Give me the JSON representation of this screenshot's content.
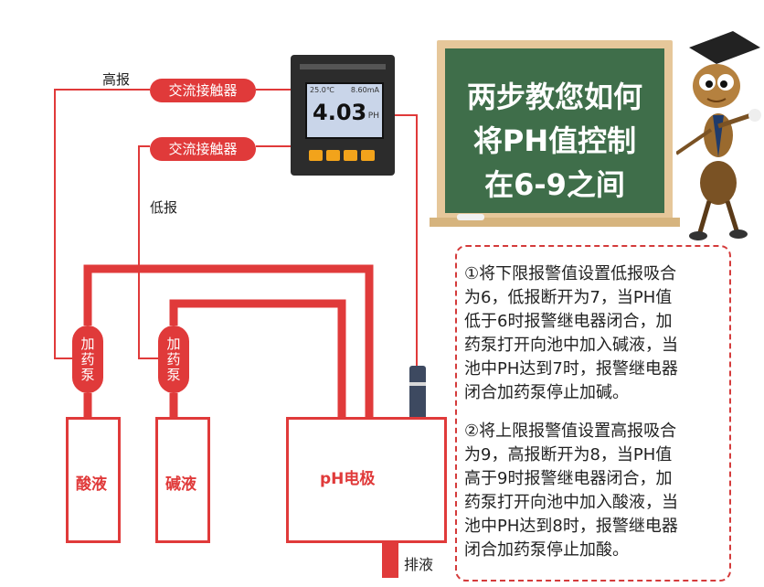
{
  "labels": {
    "high_alarm": "高报",
    "low_alarm": "低报",
    "contactor_top": "交流接触器",
    "contactor_bottom": "交流接触器",
    "pump_left": [
      "加",
      "药",
      "泵"
    ],
    "pump_right": [
      "加",
      "药",
      "泵"
    ],
    "acid_tank": "酸液",
    "base_tank": "碱液",
    "electrode": "pH电极",
    "drain": "排液"
  },
  "meter": {
    "reading": "4.03",
    "unit": "PH",
    "temperature": "25.0℃",
    "current": "8.60mA"
  },
  "board": {
    "line1": "两步教您如何",
    "line2": "将PH值控制",
    "line3": "在6-9之间"
  },
  "notes": {
    "step1": [
      "①将下限报警值设置低报吸合",
      "为6，低报断开为7，当PH值",
      "低于6时报警继电器闭合，加",
      "药泵打开向池中加入碱液，当",
      "池中PH达到7时，报警继电器",
      "闭合加药泵停止加碱。"
    ],
    "step2": [
      "②将上限报警值设置高报吸合",
      "为9，高报断开为8，当PH值",
      "高于9时报警继电器闭合，加",
      "药泵打开向池中加入酸液，当",
      "池中PH达到8时，报警继电器",
      "闭合加药泵停止加酸。"
    ]
  },
  "colors": {
    "accent_red": "#e03a3a",
    "board_green": "#3f6e4a",
    "board_frame": "#e6c79a",
    "meter_button": "#f2a31b"
  }
}
